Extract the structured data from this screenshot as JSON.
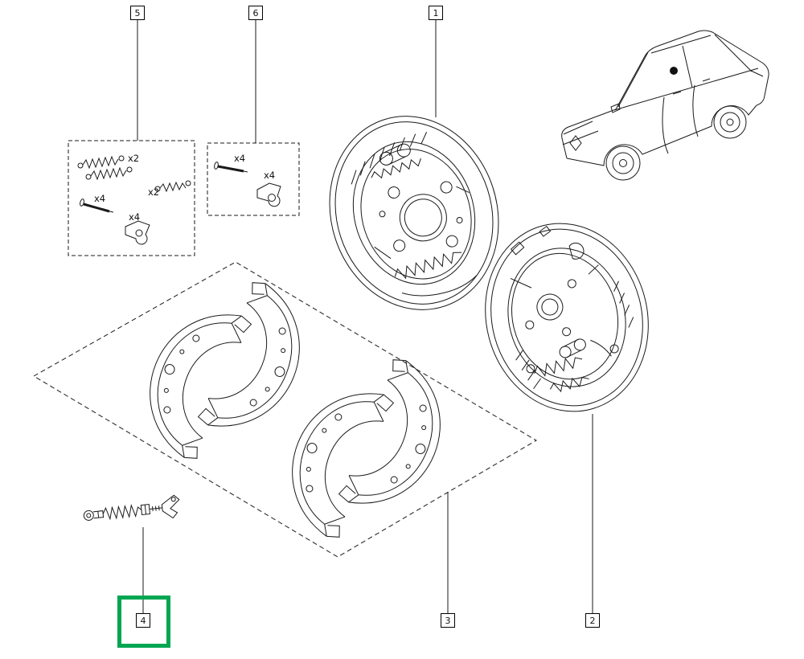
{
  "callouts": {
    "c1": {
      "label": "1",
      "highlighted": false
    },
    "c2": {
      "label": "2",
      "highlighted": false
    },
    "c3": {
      "label": "3",
      "highlighted": false
    },
    "c4": {
      "label": "4",
      "highlighted": true
    },
    "c5": {
      "label": "5",
      "highlighted": false
    },
    "c6": {
      "label": "6",
      "highlighted": false
    }
  },
  "kit5": {
    "items": [
      {
        "part": "long-return-spring",
        "qty": "x2"
      },
      {
        "part": "short-return-spring",
        "qty": "x2"
      },
      {
        "part": "hold-down-pin",
        "qty": "x4"
      },
      {
        "part": "hold-down-clip",
        "qty": "x4"
      }
    ]
  },
  "kit6": {
    "items": [
      {
        "part": "pin",
        "qty": "x4"
      },
      {
        "part": "clip",
        "qty": "x4"
      }
    ]
  },
  "colors": {
    "highlight_green": "#00a651",
    "line": "#1a1a1a",
    "background": "#ffffff"
  }
}
